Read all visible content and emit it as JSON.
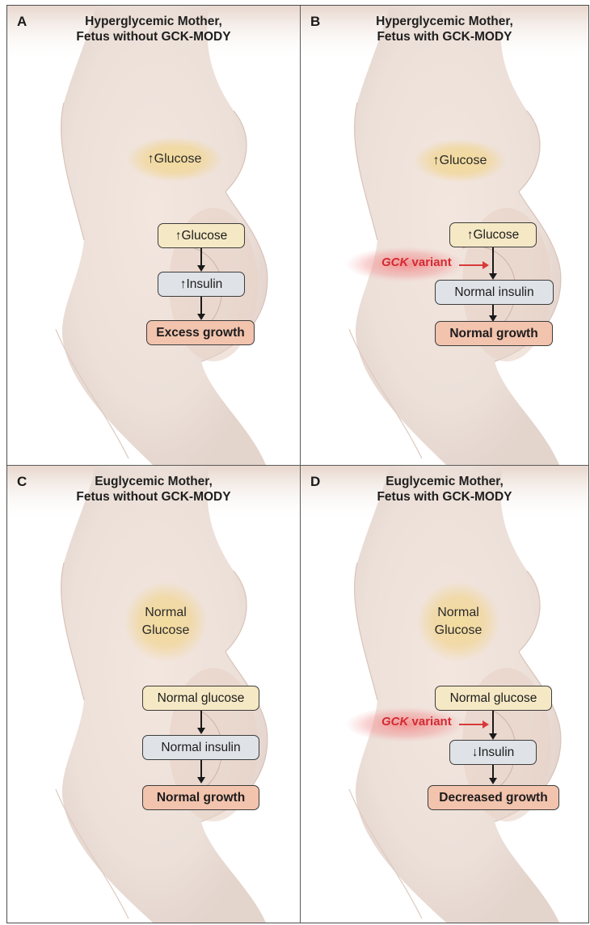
{
  "colors": {
    "glucose_fill": "#f5e8c4",
    "insulin_fill": "#dfe2e7",
    "growth_fill": "#f2c3ad",
    "variant_red": "#d42a33",
    "skin": "#efe0d8"
  },
  "panels": {
    "a": {
      "letter": "A",
      "title_line1": "Hyperglycemic Mother,",
      "title_line2": "Fetus without GCK-MODY",
      "maternal": "↑Glucose",
      "box1": "↑Glucose",
      "box2": "↑Insulin",
      "box3": "Excess growth"
    },
    "b": {
      "letter": "B",
      "title_line1": "Hyperglycemic Mother,",
      "title_line2": "Fetus with GCK-MODY",
      "maternal": "↑Glucose",
      "box1": "↑Glucose",
      "box2": "Normal insulin",
      "box3": "Normal growth",
      "variant_gene": "GCK",
      "variant_word": " variant"
    },
    "c": {
      "letter": "C",
      "title_line1": "Euglycemic Mother,",
      "title_line2": "Fetus without GCK-MODY",
      "maternal_line1": "Normal",
      "maternal_line2": "Glucose",
      "box1": "Normal glucose",
      "box2": "Normal insulin",
      "box3": "Normal growth"
    },
    "d": {
      "letter": "D",
      "title_line1": "Euglycemic Mother,",
      "title_line2": "Fetus with GCK-MODY",
      "maternal_line1": "Normal",
      "maternal_line2": "Glucose",
      "box1": "Normal glucose",
      "box2": "↓Insulin",
      "box3": "Decreased growth",
      "variant_gene": "GCK",
      "variant_word": " variant"
    }
  }
}
